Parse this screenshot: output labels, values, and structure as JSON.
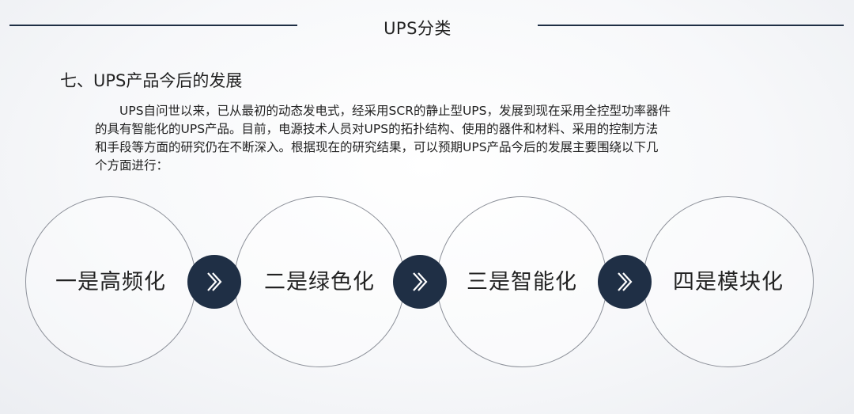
{
  "header": {
    "title": "UPS分类"
  },
  "section": {
    "heading": "七、UPS产品今后的发展",
    "paragraph_lines": [
      "UPS自问世以来，已从最初的动态发电式，经采用SCR的静止型UPS，发展到现在采用全控型功率器件",
      "的具有智能化的UPS产品。目前，电源技术人员对UPS的拓扑结构、使用的器件和材料、采用的控制方法",
      "和手段等方面的研究仍在不断深入。根据现在的研究结果，可以预期UPS产品今后的发展主要围绕以下几",
      "个方面进行："
    ]
  },
  "trends": [
    {
      "label": "一是高频化"
    },
    {
      "label": "二是绿色化"
    },
    {
      "label": "三是智能化"
    },
    {
      "label": "四是模块化"
    }
  ],
  "colors": {
    "accent": "#1f2f45",
    "circle_border": "#8c9099"
  },
  "icons": {
    "connector": "double-chevron-right-icon"
  }
}
